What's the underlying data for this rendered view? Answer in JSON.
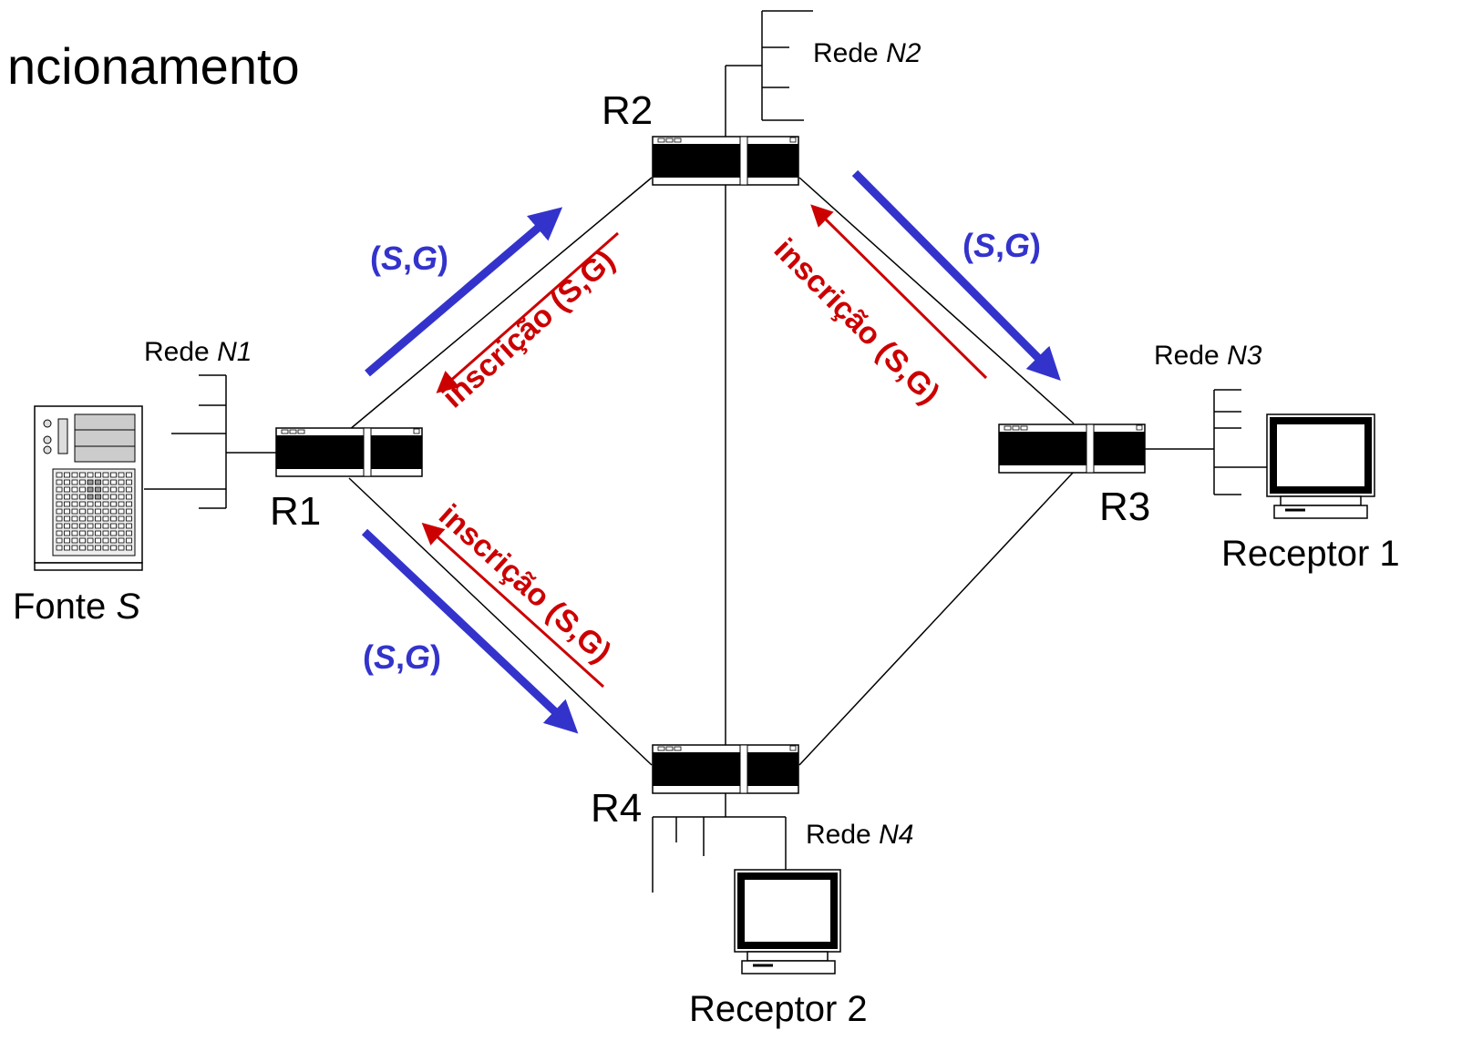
{
  "title": "ncionamento",
  "routers": {
    "r1": "R1",
    "r2": "R2",
    "r3": "R3",
    "r4": "R4"
  },
  "networks": {
    "n1": {
      "prefix": "Rede ",
      "name": "N1"
    },
    "n2": {
      "prefix": "Rede ",
      "name": "N2"
    },
    "n3": {
      "prefix": "Rede ",
      "name": "N3"
    },
    "n4": {
      "prefix": "Rede ",
      "name": "N4"
    }
  },
  "hosts": {
    "source": {
      "prefix": "Fonte ",
      "name": "S"
    },
    "receiver1": "Receptor 1",
    "receiver2": "Receptor 2"
  },
  "flows": {
    "open": "(",
    "s": "S",
    "comma": ",",
    "g": "G",
    "close": ")"
  },
  "subscription": {
    "word": "inscrição",
    "tag": "(S,G)"
  },
  "colors": {
    "data_flow": "#3333cc",
    "subscription": "#cc0000"
  }
}
